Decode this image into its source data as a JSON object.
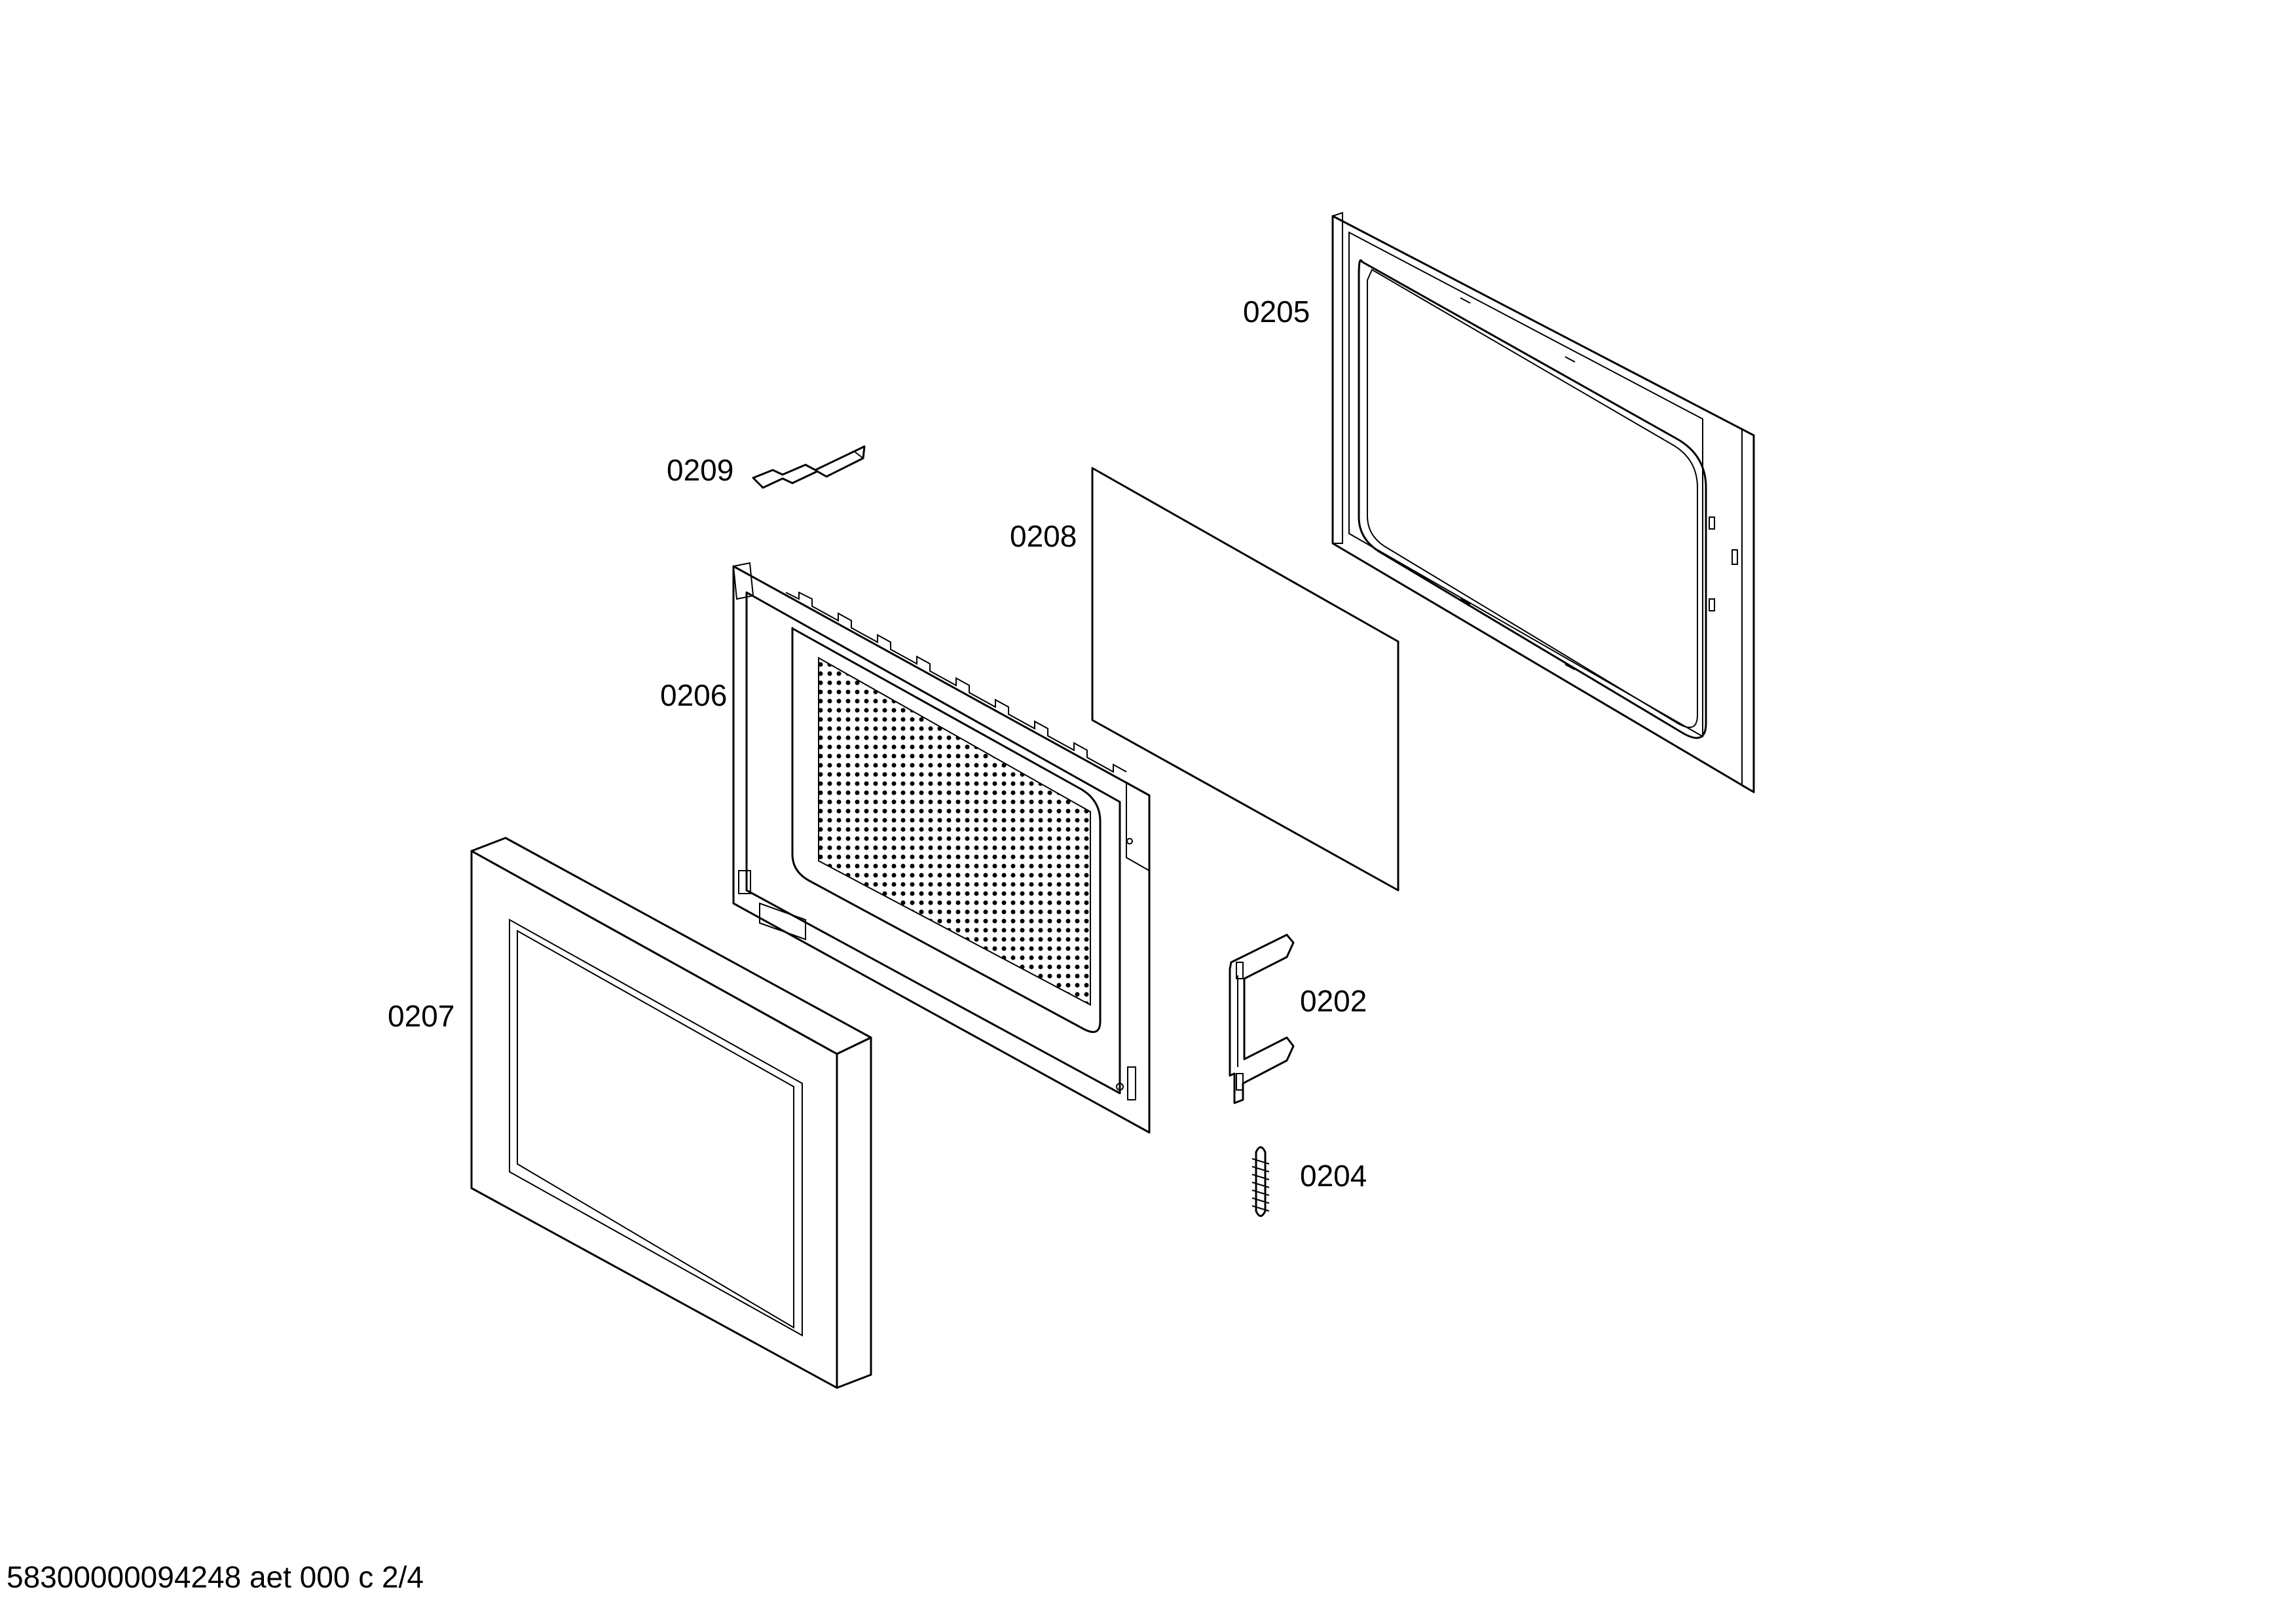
{
  "parts": [
    {
      "id": "0205",
      "label": "0205"
    },
    {
      "id": "0209",
      "label": "0209"
    },
    {
      "id": "0208",
      "label": "0208"
    },
    {
      "id": "0206",
      "label": "0206"
    },
    {
      "id": "0207",
      "label": "0207"
    },
    {
      "id": "0202",
      "label": "0202"
    },
    {
      "id": "0204",
      "label": "0204"
    }
  ],
  "footer": {
    "text": "58300000094248 aet 000 c 2/4"
  }
}
